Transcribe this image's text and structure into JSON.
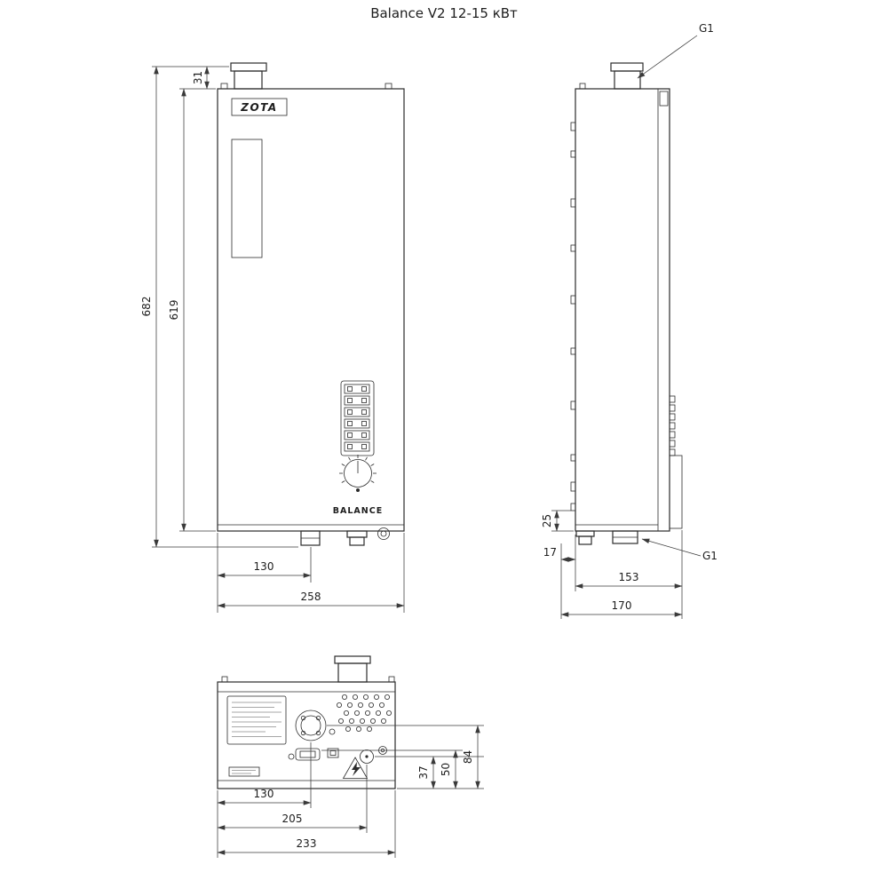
{
  "style": {
    "ink": "#2b2b2b",
    "background": "#ffffff"
  },
  "title": "Balance V2 12-15 кВт",
  "front_view": {
    "brand_logo": "ZOTA",
    "panel_label": "BALANCE",
    "dims": {
      "stub_height": "31",
      "overall_height": "682",
      "body_height": "619",
      "pipe_offset": "130",
      "width": "258"
    }
  },
  "side_view": {
    "g1_top": "G1",
    "g1_bottom": "G1",
    "dims": {
      "fitting_height": "25",
      "gland_offset": "17",
      "pipe_depth": "153",
      "depth": "170"
    }
  },
  "bottom_view": {
    "dims": {
      "valve_offset_y": "37",
      "connector_offset_y": "50",
      "flange_offset_y": "84",
      "flange_offset_x": "130",
      "drain_offset_x": "205",
      "width": "233"
    }
  }
}
